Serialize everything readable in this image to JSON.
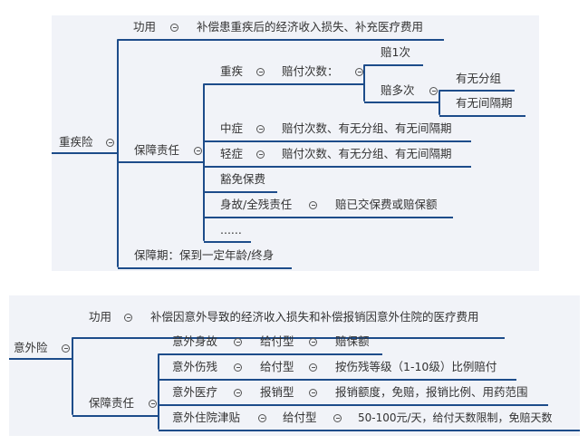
{
  "critical_illness": {
    "root": "重疾险",
    "function_label": "功用",
    "function_text": "补偿患重疾后的经济收入损失、补充医疗费用",
    "coverage_label": "保障责任",
    "major": {
      "label": "重疾",
      "claims_label": "赔付次数：",
      "once": "赔1次",
      "multiple": "赔多次",
      "group": "有无分组",
      "interval": "有无间隔期"
    },
    "medium": {
      "label": "中症",
      "text": "赔付次数、有无分组、有无间隔期"
    },
    "mild": {
      "label": "轻症",
      "text": "赔付次数、有无分组、有无间隔期"
    },
    "waiver": "豁免保费",
    "death": {
      "label": "身故/全残责任",
      "text": "赔已交保费或赔保额"
    },
    "more": "......",
    "period": "保障期：保到一定年龄/终身"
  },
  "accident": {
    "root": "意外险",
    "function_label": "功用",
    "function_text": "补偿因意外导致的经济收入损失和补偿报销因意外住院的医疗费用",
    "coverage_label": "保障责任",
    "rows": [
      {
        "name": "意外身故",
        "type": "给付型",
        "text": "赔保额"
      },
      {
        "name": "意外伤残",
        "type": "给付型",
        "text": "按伤残等级（1-10级）比例赔付"
      },
      {
        "name": "意外医疗",
        "type": "报销型",
        "text": "报销额度，免赔，报销比例、用药范围"
      },
      {
        "name": "意外住院津贴",
        "type": "给付型",
        "text": "50-100元/天，给付天数限制，免赔天数"
      }
    ]
  }
}
